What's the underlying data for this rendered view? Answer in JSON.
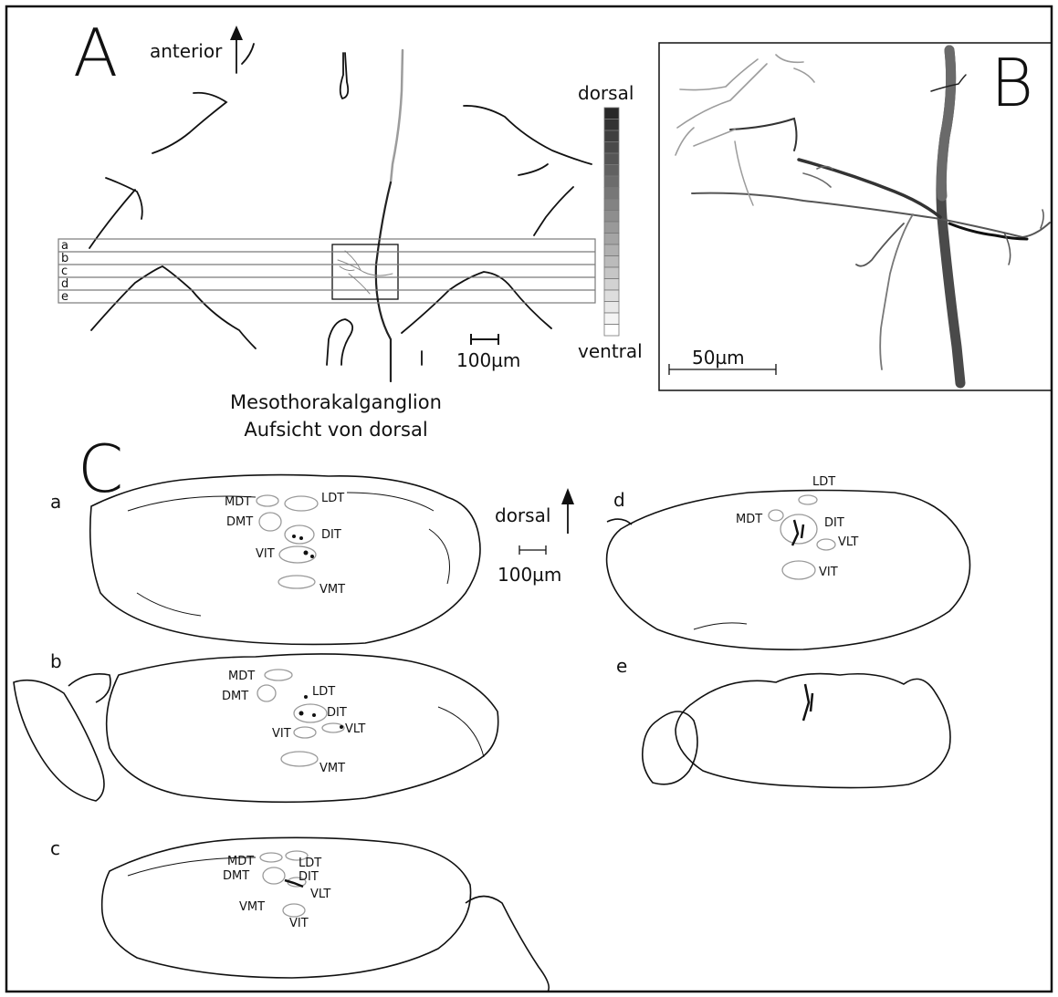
{
  "panel_a": {
    "letter": "A",
    "orientation_label": "anterior",
    "depth_scale": {
      "top_label": "dorsal",
      "bottom_label": "ventral"
    },
    "scale_bar": "100µm",
    "section_rows": [
      "a",
      "b",
      "c",
      "d",
      "e"
    ],
    "caption_line1": "Mesothorakalganglion",
    "caption_line2": "Aufsicht von dorsal"
  },
  "panel_b": {
    "letter": "B",
    "scale_bar": "50µm"
  },
  "panel_c": {
    "letter": "C",
    "orientation_label": "dorsal",
    "scale_bar": "100µm",
    "sections": {
      "a": {
        "label": "a",
        "tracts": [
          "MDT",
          "DMT",
          "LDT",
          "DIT",
          "VIT",
          "VMT"
        ]
      },
      "b": {
        "label": "b",
        "tracts": [
          "MDT",
          "DMT",
          "LDT",
          "DIT",
          "VLT",
          "VIT",
          "VMT"
        ]
      },
      "c": {
        "label": "c",
        "tracts": [
          "MDT",
          "DMT",
          "LDT",
          "DIT",
          "VLT",
          "VMT",
          "VIT"
        ]
      },
      "d": {
        "label": "d",
        "tracts": [
          "LDT",
          "MDT",
          "DIT",
          "VLT",
          "VIT"
        ]
      },
      "e": {
        "label": "e"
      }
    }
  },
  "colors": {
    "stroke": "#111111",
    "tract_outline": "#9a9a9a",
    "neuron_light": "#9c9c9c",
    "neuron_dark": "#4a4a4a"
  }
}
